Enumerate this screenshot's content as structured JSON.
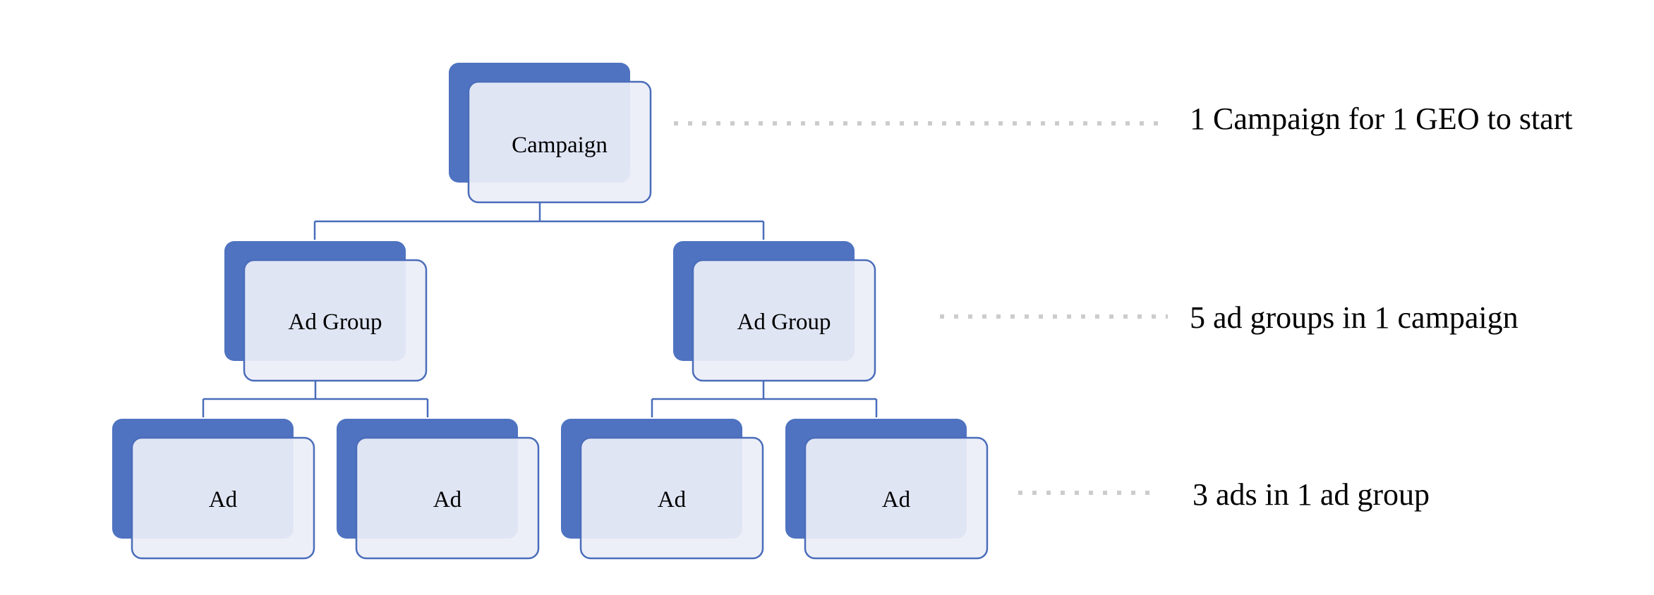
{
  "colors": {
    "back_tile": "#4f73c0",
    "front_fill": "#eceef8",
    "front_stroke": "#4a6dba",
    "connector": "#4a6dba",
    "dots": "#cccccc",
    "text": "#000000"
  },
  "hierarchy": {
    "campaign": {
      "label": "Campaign"
    },
    "ad_groups": [
      {
        "label": "Ad Group",
        "ads": [
          {
            "label": "Ad"
          },
          {
            "label": "Ad"
          }
        ]
      },
      {
        "label": "Ad Group",
        "ads": [
          {
            "label": "Ad"
          },
          {
            "label": "Ad"
          }
        ]
      }
    ]
  },
  "annotations": {
    "campaign": "1 Campaign for 1 GEO to start",
    "ad_groups": "5 ad groups in 1 campaign",
    "ads": "3 ads in 1 ad group"
  }
}
